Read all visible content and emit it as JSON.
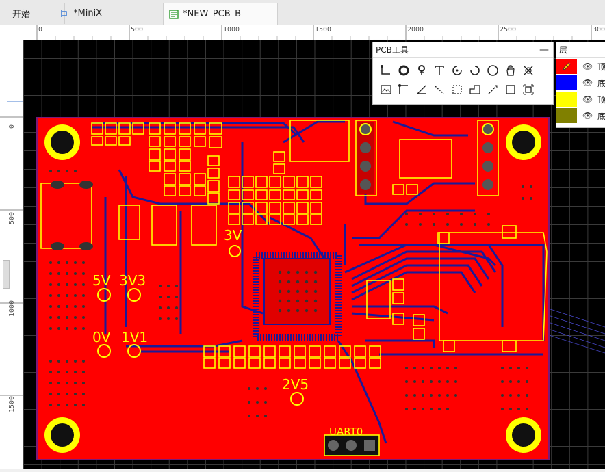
{
  "tabs": [
    {
      "label": "开始"
    },
    {
      "label": "*MiniX"
    },
    {
      "label": "*NEW_PCB_B"
    }
  ],
  "ruler": {
    "top": [
      "0",
      "500",
      "1000",
      "1500",
      "2000",
      "2500",
      "300"
    ],
    "left": [
      "0",
      "500",
      "1000",
      "1500"
    ]
  },
  "pcb_tool_panel": {
    "title": "PCB工具",
    "close": "—",
    "tools_row1": [
      "wire-tool-icon",
      "circle-tool-icon",
      "key-tool-icon",
      "text-tool-icon",
      "arc-tool-icon",
      "arc2-tool-icon",
      "circle2-tool-icon",
      "hand-tool-icon",
      "cross-tool-icon"
    ],
    "tools_row2": [
      "image-tool-icon",
      "corner-tool-icon",
      "angle-tool-icon",
      "dotted-line-tool-icon",
      "dashed-rect-tool-icon",
      "rect-tool-icon",
      "measure-tool-icon",
      "square-tool-icon",
      "align-tool-icon"
    ]
  },
  "layers_panel": {
    "title": "层",
    "rows": [
      {
        "label": "顶",
        "color": "#ff0000",
        "active": true
      },
      {
        "label": "底",
        "color": "#0000ff",
        "active": false
      },
      {
        "label": "顶",
        "color": "#ffff00",
        "active": false
      },
      {
        "label": "底",
        "color": "#808000",
        "active": false
      }
    ]
  },
  "board": {
    "labels": [
      "5V",
      "3V3",
      "3V",
      "0V",
      "1V1",
      "2V5",
      "UART0"
    ],
    "colors": {
      "copper": "#ff0000",
      "silk": "#ffff00",
      "trace": "#1a1a99",
      "outline": "#7a1a7a"
    }
  }
}
